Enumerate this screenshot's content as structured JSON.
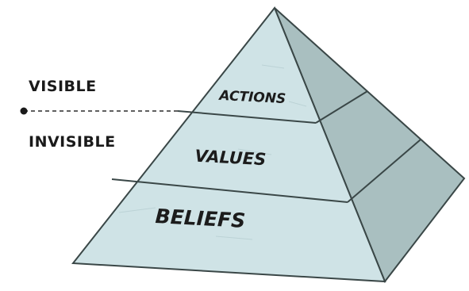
{
  "diagram": {
    "left_labels": {
      "visible": "VISIBLE",
      "invisible": "INVISIBLE"
    },
    "layers": [
      {
        "label": "ACTIONS"
      },
      {
        "label": "VALUES"
      },
      {
        "label": "BELIEFS"
      }
    ],
    "colors": {
      "front_face": "#cfe3e6",
      "right_face": "#a9bfc0",
      "outline": "#3a4747",
      "text": "#1c1c1c"
    }
  }
}
